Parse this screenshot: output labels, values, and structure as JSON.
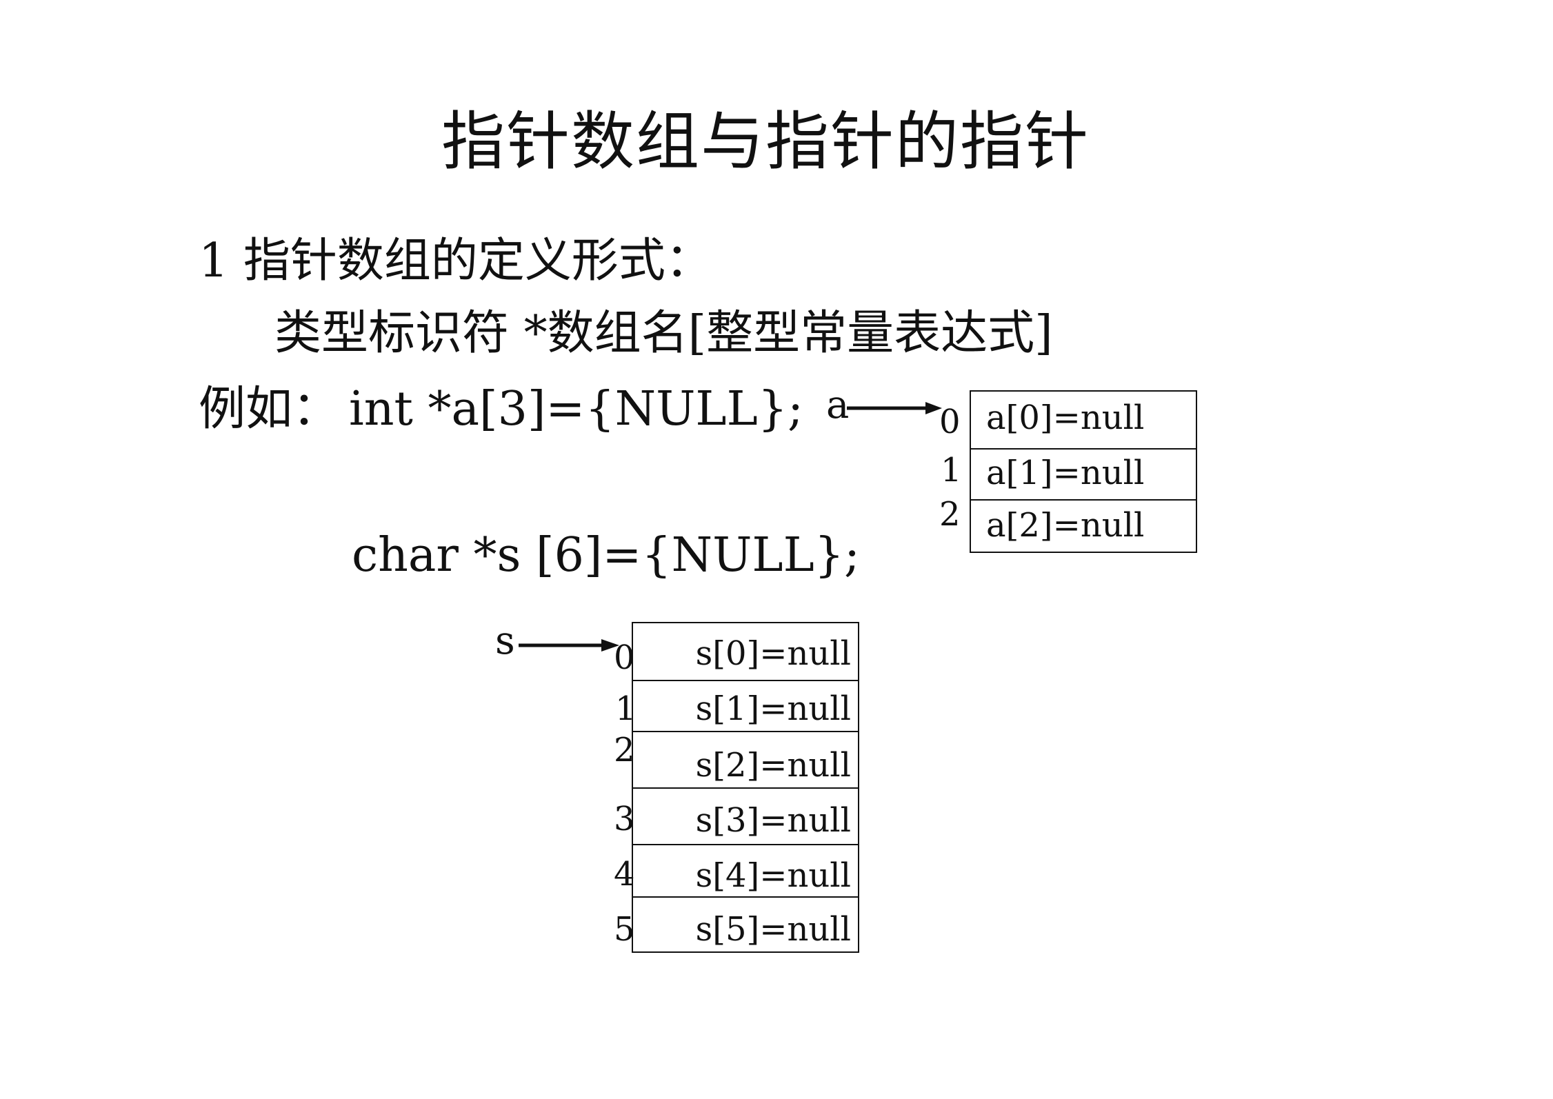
{
  "title": "指针数组与指针的指针",
  "section": {
    "heading": "1 指针数组的定义形式：",
    "syntax": "类型标识符  *数组名[整型常量表达式]",
    "example_prefix": "例如：",
    "example1": "int *a[3]={NULL};",
    "example2": "char  *s [6]={NULL};"
  },
  "array_a": {
    "pointer_label": "a",
    "indices": [
      "0",
      "1",
      "2"
    ],
    "cells": [
      "a[0]=null",
      "a[1]=null",
      "a[2]=null"
    ]
  },
  "array_s": {
    "pointer_label": "s",
    "indices": [
      "0",
      "1",
      "2",
      "3",
      "4",
      "5"
    ],
    "cells": [
      "s[0]=null",
      "s[1]=null",
      "s[2]=null",
      "s[3]=null",
      "s[4]=null",
      "s[5]=null"
    ]
  }
}
